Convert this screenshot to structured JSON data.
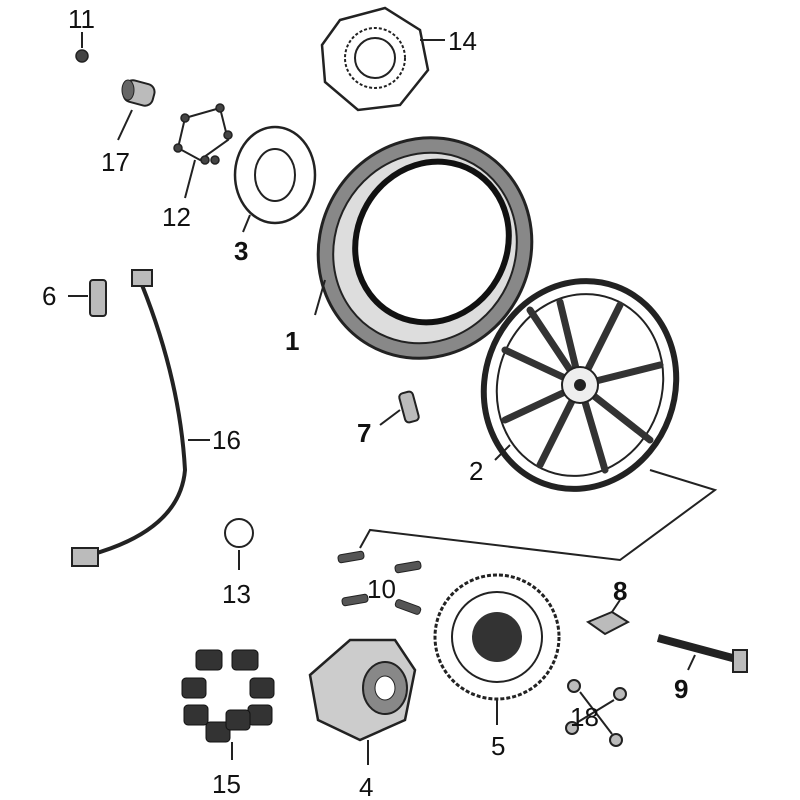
{
  "diagram": {
    "type": "exploded parts diagram",
    "labels": {
      "p1": "1",
      "p2": "2",
      "p3": "3",
      "p4": "4",
      "p5": "5",
      "p6": "6",
      "p7": "7",
      "p8": "8",
      "p9": "9",
      "p10": "10",
      "p11": "11",
      "p12": "12",
      "p13": "13",
      "p14": "14",
      "p15": "15",
      "p16": "16",
      "p17": "17",
      "p18": "18"
    }
  }
}
